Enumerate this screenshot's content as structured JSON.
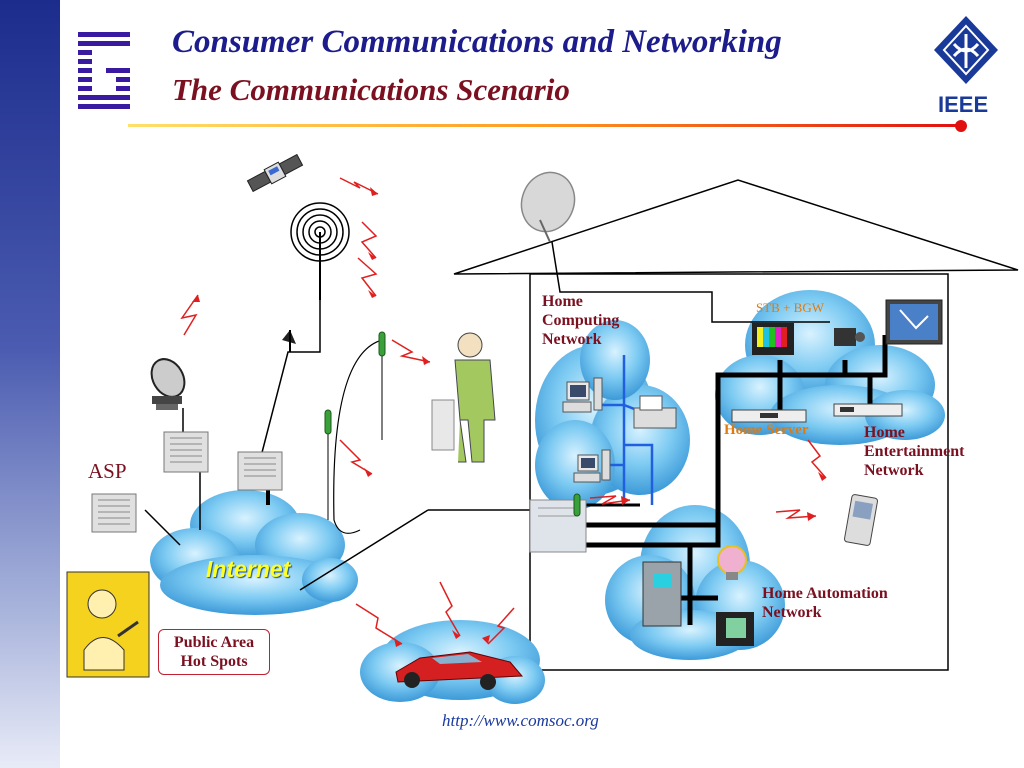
{
  "header": {
    "title": "Consumer Communications and Networking",
    "subtitle": "The Communications Scenario",
    "ieee_label": "IEEE"
  },
  "labels": {
    "home_computing": "Home\nComputing\nNetwork",
    "stb_bgw": "STB + BGW",
    "home_server": "Home Server",
    "home_entertainment": "Home\nEntertainment\nNetwork",
    "home_automation": "Home Automation\nNetwork",
    "asp": "ASP",
    "internet": "Internet",
    "public_hotspots": "Public Area\nHot Spots"
  },
  "footer": {
    "url": "http://www.comsoc.org"
  },
  "colors": {
    "title": "#1c1c8c",
    "subtitle": "#7a1020",
    "label": "#7a1020",
    "accent_orange": "#e07a10",
    "cloud": "#6fc3ee",
    "wireless": "#e02020",
    "sidebar": "#1c2c8c"
  }
}
